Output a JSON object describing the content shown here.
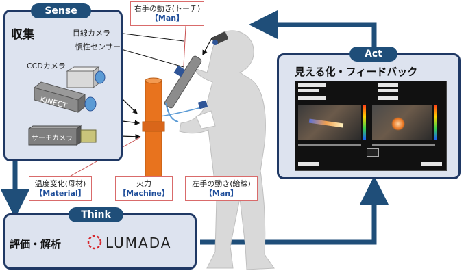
{
  "sense": {
    "tab": "Sense",
    "heading": "収集",
    "eye_camera": "目線カメラ",
    "inertial_sensor": "慣性センサー",
    "ccd_camera": "CCDカメラ",
    "kinect": "KINECT",
    "thermo_camera": "サーモカメラ"
  },
  "labels": {
    "right_hand_line1": "右手の動き(トーチ)",
    "right_hand_line2": "【Man】",
    "temperature_line1": "温度変化(母材)",
    "temperature_line2": "【Material】",
    "heat_line1": "火力",
    "heat_line2": "【Machine】",
    "left_hand_line1": "左手の動き(給線)",
    "left_hand_line2": "【Man】"
  },
  "think": {
    "tab": "Think",
    "heading": "評価・解析",
    "brand": "LUMADA"
  },
  "act": {
    "tab": "Act",
    "heading": "見える化・フィードバック"
  },
  "colors": {
    "box_fill": "#dde3ef",
    "box_border": "#1f3864",
    "arrow": "#1f4e79",
    "metal": "#e8731e",
    "man_label": "#1f4e9a",
    "lumada_red": "#d6262d"
  }
}
